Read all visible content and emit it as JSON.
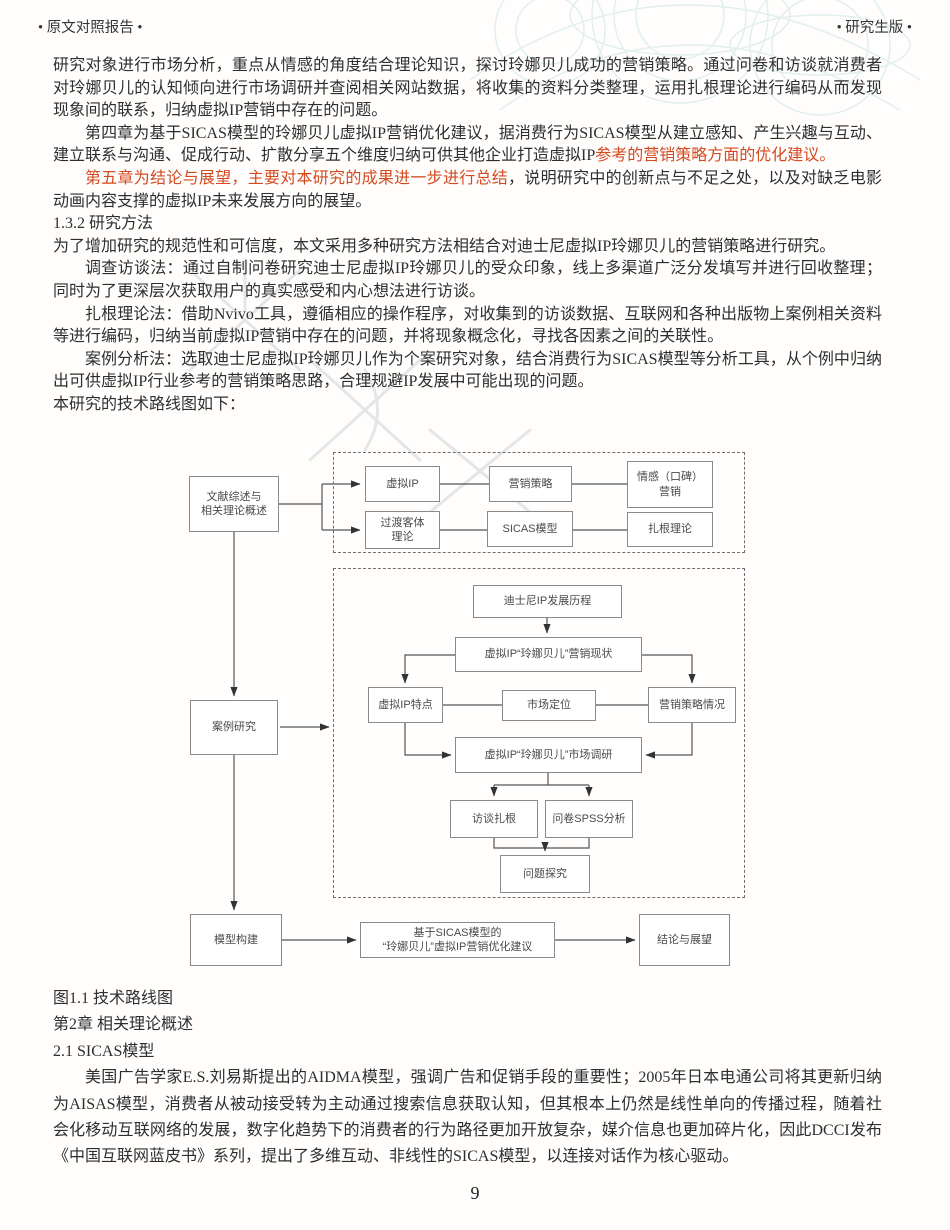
{
  "colors": {
    "accent_red": "#d44a20",
    "ornament": "#9fcfcf",
    "watermark": "#c9c9c9"
  },
  "header": {
    "left": "• 原文对照报告 •",
    "right": "• 研究生版 •"
  },
  "body": {
    "p1": "研究对象进行市场分析，重点从情感的角度结合理论知识，探讨玲娜贝儿成功的营销策略。通过问卷和访谈就消费者对玲娜贝儿的认知倾向进行市场调研并查阅相关网站数据，将收集的资料分类整理，运用扎根理论进行编码从而发现现象间的联系，归纳虚拟IP营销中存在的问题。",
    "p2_black": "第四章为基于SICAS模型的玲娜贝儿虚拟IP营销优化建议，据消费行为SICAS模型从建立感知、产生兴趣与互动、建立联系与沟通、促成行动、扩散分享五个维度归纳可供其他企业打造虚拟IP",
    "p2_red": "参考的营销策略方面的优化建议。",
    "p3_red": "第五章为结论与展望，主要对本研究的成果进一步进行总结",
    "p3_black": "，说明研究中的创新点与不足之处，以及对缺乏电影动画内容支撑的虚拟IP未来发展方向的展望。",
    "h132": "1.3.2 研究方法",
    "p4": "为了增加研究的规范性和可信度，本文采用多种研究方法相结合对迪士尼虚拟IP玲娜贝儿的营销策略进行研究。",
    "p5": "调查访谈法：通过自制问卷研究迪士尼虚拟IP玲娜贝儿的受众印象，线上多渠道广泛分发填写并进行回收整理；同时为了更深层次获取用户的真实感受和内心想法进行访谈。",
    "p6": "扎根理论法：借助Nvivo工具，遵循相应的操作程序，对收集到的访谈数据、互联网和各种出版物上案例相关资料等进行编码，归纳当前虚拟IP营销中存在的问题，并将现象概念化，寻找各因素之间的关联性。",
    "p7": "案例分析法：选取迪士尼虚拟IP玲娜贝儿作为个案研究对象，结合消费行为SICAS模型等分析工具，从个例中归纳出可供虚拟IP行业参考的营销策略思路，合理规避IP发展中可能出现的问题。",
    "p8": "本研究的技术路线图如下："
  },
  "flowchart": {
    "boxes": {
      "literature": "文献综述与\n相关理论概述",
      "virtual_ip": "虚拟IP",
      "marketing_strategy": "营销策略",
      "emotion_marketing": "情感（口碑）\n营销",
      "transitional_object": "过渡客体\n理论",
      "sicas_model": "SICAS模型",
      "grounded_theory": "扎根理论",
      "disney_history": "迪士尼IP发展历程",
      "marketing_status": "虚拟IP“玲娜贝儿”营销现状",
      "ip_features": "虚拟IP特点",
      "market_positioning": "市场定位",
      "strategy_situation": "营销策略情况",
      "market_research": "虚拟IP“玲娜贝儿”市场调研",
      "interview_grounded": "访谈扎根",
      "spss_analysis": "问卷SPSS分析",
      "problem_exploration": "问题探究",
      "case_study": "案例研究",
      "model_building": "模型构建",
      "optimization": "基于SICAS模型的\n“玲娜贝儿”虚拟IP营销优化建议",
      "conclusion": "结论与展望"
    }
  },
  "lower": {
    "caption": "图1.1 技术路线图",
    "h2": "第2章 相关理论概述",
    "h21": "2.1 SICAS模型",
    "p9": "美国广告学家E.S.刘易斯提出的AIDMA模型，强调广告和促销手段的重要性；2005年日本电通公司将其更新归纳为AISAS模型，消费者从被动接受转为主动通过搜索信息获取认知，但其根本上仍然是线性单向的传播过程，随着社会化移动互联网络的发展，数字化趋势下的消费者的行为路径更加开放复杂，媒介信息也更加碎片化，因此DCCI发布《中国互联网蓝皮书》系列，提出了多维互动、非线性的SICAS模型，以连接对话作为核心驱动。"
  },
  "page": {
    "number": "9"
  }
}
